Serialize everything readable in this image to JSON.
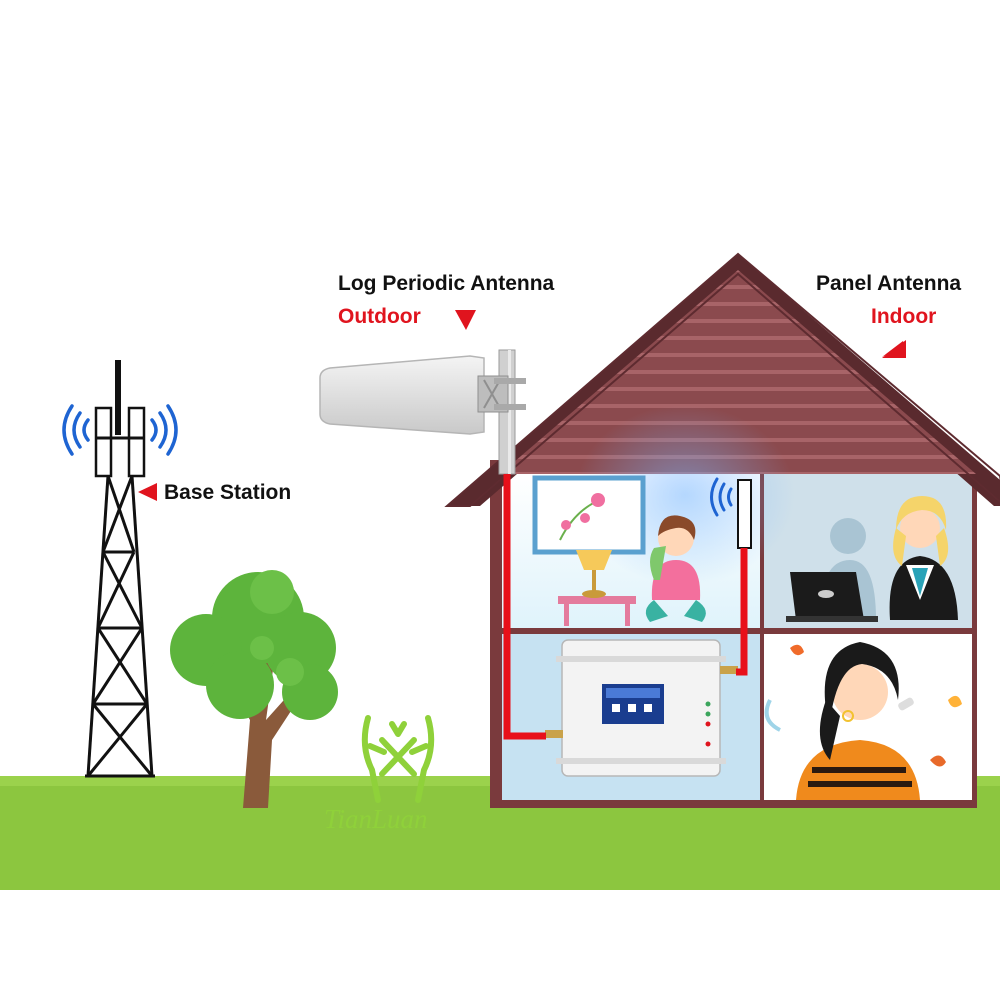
{
  "labels": {
    "base_station": "Base Station",
    "log_periodic_antenna": "Log Periodic Antenna",
    "outdoor": "Outdoor",
    "panel_antenna": "Panel Antenna",
    "indoor": "Indoor"
  },
  "logo": {
    "text": "TianLuan"
  },
  "colors": {
    "ground": "#8cc63f",
    "roof": "#8b4a4e",
    "house_frame": "#7a3a3d",
    "cable": "#e8101a",
    "accent_red": "#e0141e",
    "signal_blue": "#1e64d2",
    "tree_green": "#5db43c",
    "logo_green": "#8fd13a"
  },
  "icons": {
    "signal_waves": "signal-waves-icon",
    "pointer": "red-triangle-pointer-icon"
  }
}
